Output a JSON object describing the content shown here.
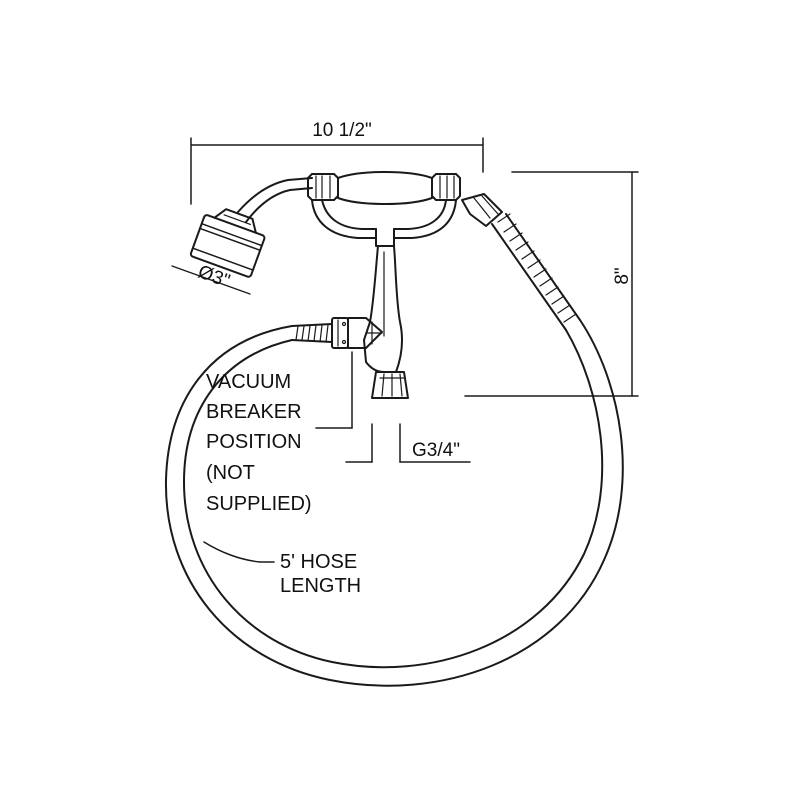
{
  "drawing": {
    "line_color": "#1a1a1a",
    "background": "#ffffff"
  },
  "dimensions": {
    "overall_width": "10 1/2\"",
    "overall_height": "8\"",
    "head_diameter": "Ø3\"",
    "thread_size": "G3/4\""
  },
  "notes": {
    "vacuum_breaker": [
      "VACUUM",
      "BREAKER",
      "POSITION",
      "(NOT",
      "SUPPLIED)"
    ],
    "hose": [
      "5' HOSE",
      "LENGTH"
    ]
  }
}
